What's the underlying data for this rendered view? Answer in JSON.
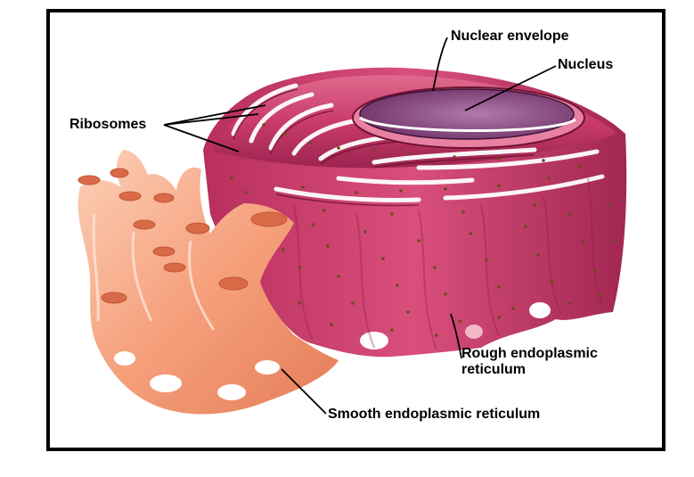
{
  "labels": {
    "nuclear_envelope": "Nuclear envelope",
    "nucleus": "Nucleus",
    "ribosomes": "Ribosomes",
    "rough_er": "Rough endoplasmic\nreticulum",
    "smooth_er": "Smooth endoplasmic reticulum"
  },
  "colors": {
    "frame": "#000000",
    "rough_er": "#c93b6b",
    "rough_er_light": "#e06a8e",
    "rough_er_dark": "#8e1c43",
    "smooth_er": "#f6a07c",
    "smooth_er_light": "#fbd0b8",
    "smooth_er_dark": "#d86a48",
    "nucleus": "#7e3f78",
    "nucleus_light": "#b27aaa",
    "ribosome": "#6b4a1e"
  },
  "icons": {
    "ribosome_dot": "ribosome-icon"
  }
}
